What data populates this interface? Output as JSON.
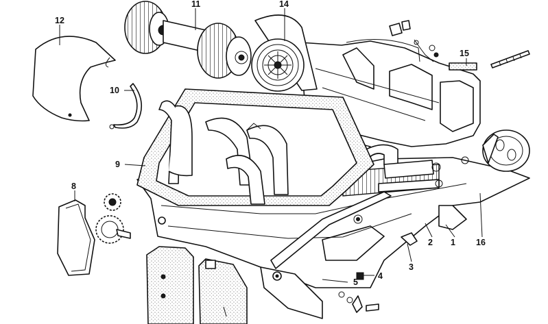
{
  "diagram": {
    "callouts": [
      {
        "id": "c1",
        "text": "1"
      },
      {
        "id": "c2",
        "text": "2"
      },
      {
        "id": "c3",
        "text": "3"
      },
      {
        "id": "c4",
        "text": "4"
      },
      {
        "id": "c5",
        "text": "5"
      },
      {
        "id": "c8",
        "text": "8"
      },
      {
        "id": "c9",
        "text": "9"
      },
      {
        "id": "c10",
        "text": "10"
      },
      {
        "id": "c11",
        "text": "11"
      },
      {
        "id": "c12",
        "text": "12"
      },
      {
        "id": "c14",
        "text": "14"
      },
      {
        "id": "c15",
        "text": "15"
      },
      {
        "id": "c16",
        "text": "16"
      }
    ]
  }
}
